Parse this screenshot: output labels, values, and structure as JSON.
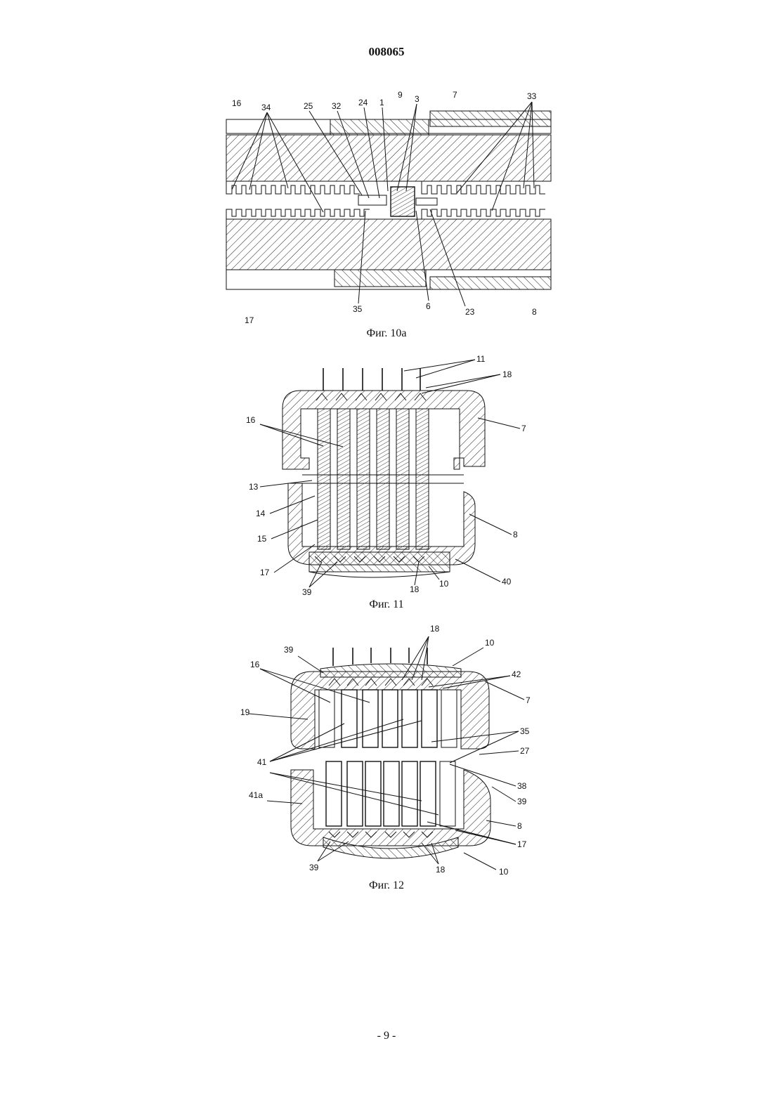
{
  "document": {
    "patent_number": "008065",
    "page_label": "- 9 -"
  },
  "figures": [
    {
      "caption": "Фиг. 10а",
      "labels": [
        "16",
        "34",
        "25",
        "32",
        "24",
        "1",
        "9",
        "3",
        "7",
        "33",
        "17",
        "35",
        "6",
        "23",
        "8"
      ]
    },
    {
      "caption": "Фиг. 11",
      "labels": [
        "11",
        "18",
        "16",
        "7",
        "13",
        "14",
        "15",
        "8",
        "17",
        "39",
        "18",
        "10",
        "40"
      ]
    },
    {
      "caption": "Фиг. 12",
      "labels": [
        "18",
        "39",
        "10",
        "16",
        "42",
        "7",
        "19",
        "35",
        "27",
        "41",
        "38",
        "39",
        "41a",
        "8",
        "17",
        "39",
        "18",
        "10"
      ]
    }
  ]
}
